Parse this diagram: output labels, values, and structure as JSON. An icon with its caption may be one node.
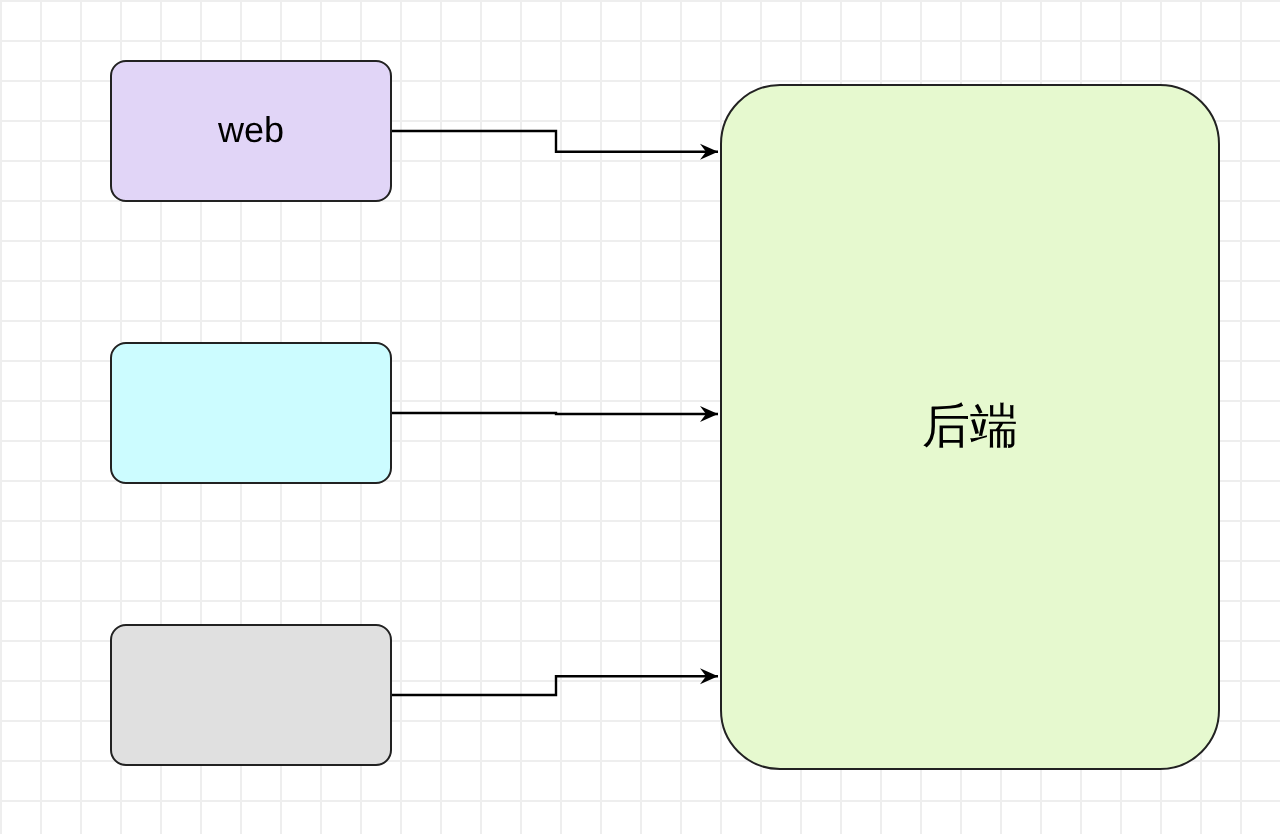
{
  "diagram": {
    "nodes": [
      {
        "text": [
          "web"
        ]
      },
      {
        "text": [],
        "shape": "box"
      },
      {
        "text": [],
        "shape": "box"
      },
      {
        "text": [
          "后端"
        ]
      }
    ],
    "edges": [
      {
        "from": 0,
        "to": 3,
        "arrow": "to"
      },
      {
        "from": 1,
        "to": 3,
        "arrow": "to"
      },
      {
        "from": 2,
        "to": 3,
        "arrow": "to"
      }
    ]
  }
}
